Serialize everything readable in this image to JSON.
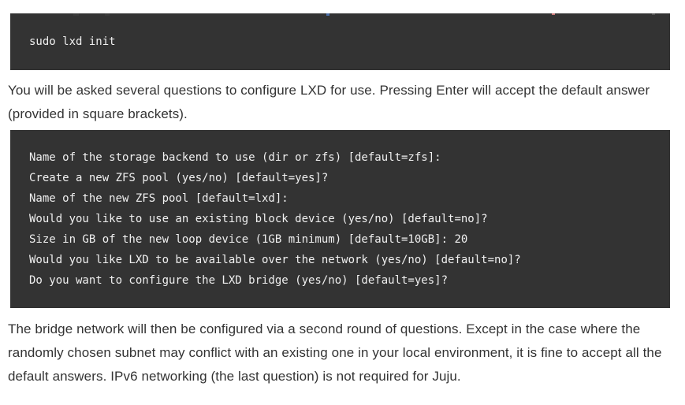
{
  "colors": {
    "page_background": "#ffffff",
    "body_text": "#333333",
    "code_background": "#333333",
    "code_text": "#f0f0f0"
  },
  "code_block_1": {
    "lines": [
      "sudo lxd init"
    ]
  },
  "paragraph_1": "You will be asked several questions to configure LXD for use. Pressing Enter will accept the default answer (provided in square brackets).",
  "code_block_2": {
    "lines": [
      "Name of the storage backend to use (dir or zfs) [default=zfs]:",
      "Create a new ZFS pool (yes/no) [default=yes]?",
      "Name of the new ZFS pool [default=lxd]:",
      "Would you like to use an existing block device (yes/no) [default=no]?",
      "Size in GB of the new loop device (1GB minimum) [default=10GB]: 20",
      "Would you like LXD to be available over the network (yes/no) [default=no]?",
      "Do you want to configure the LXD bridge (yes/no) [default=yes]?"
    ]
  },
  "paragraph_2": "The bridge network will then be configured via a second round of questions. Except in the case where the randomly chosen subnet may conflict with an existing one in your local environment, it is fine to accept all the default answers. IPv6 networking (the last question) is not required for Juju."
}
